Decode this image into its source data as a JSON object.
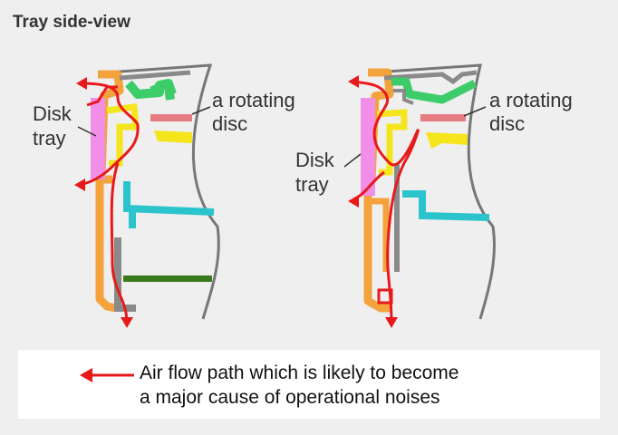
{
  "title": "Tray side-view",
  "left_panel": {
    "disk_tray_label": [
      "Disk",
      "tray"
    ],
    "disc_label": [
      "a rotating",
      "disc"
    ]
  },
  "right_panel": {
    "disk_tray_label": [
      "Disk",
      "tray"
    ],
    "disc_label": [
      "a rotating",
      "disc"
    ]
  },
  "legend": {
    "lines": [
      "Air flow path which is likely to become",
      "a major cause of operational noises"
    ]
  },
  "colors": {
    "airflow": "#e8191b",
    "disk_tray": "#f08ee8",
    "frame": "#f4a23c",
    "yellow_part": "#f5e51c",
    "green_part": "#3ccc6a",
    "cyan_part": "#2bc4cc",
    "disc": "#e77c82",
    "dark_green": "#3a7a1c",
    "gray": "#8a8a8a"
  }
}
